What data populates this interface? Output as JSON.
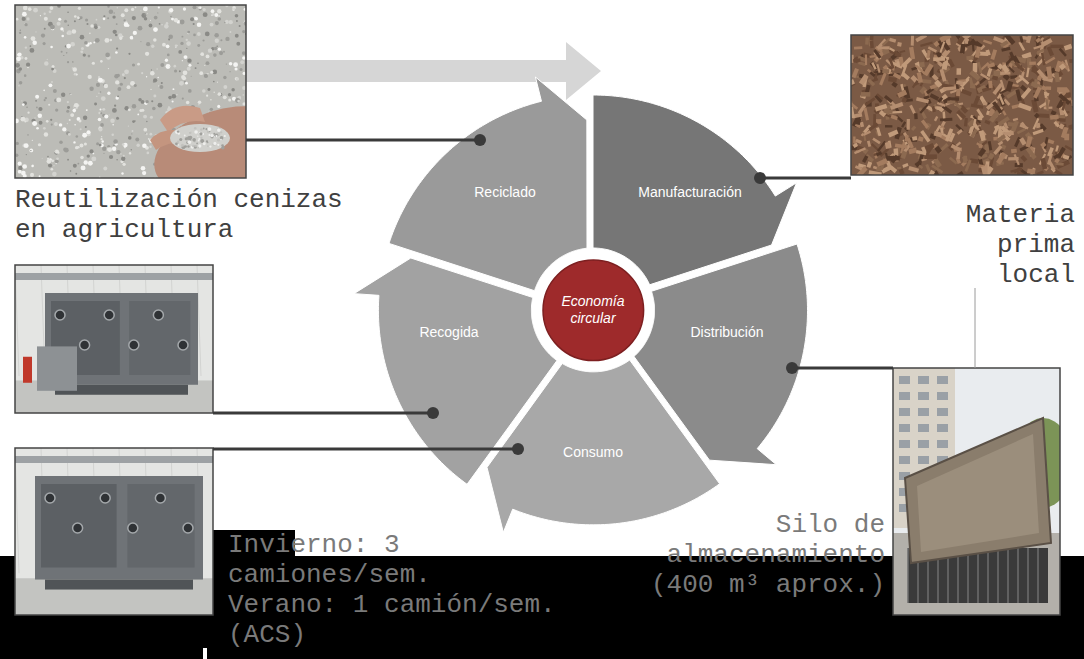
{
  "diagram": {
    "nodes": [
      {
        "text": [
          "Reciclado"
        ]
      },
      {
        "text": [
          "Manufacturación"
        ]
      },
      {
        "text": [
          "Recogida"
        ]
      },
      {
        "text": [
          "Economía circular"
        ]
      },
      {
        "text": [
          "Distribución"
        ]
      },
      {
        "text": [
          "Consumo"
        ]
      }
    ],
    "labels": [
      "Reutilización cenizas en agricultura",
      "Materia prima local",
      "Silo de almacenamiento (400 m³ aprox.)",
      "Invierno: 3 camiones/sem.",
      "Verano: 1 camión/sem. (ACS)"
    ]
  }
}
